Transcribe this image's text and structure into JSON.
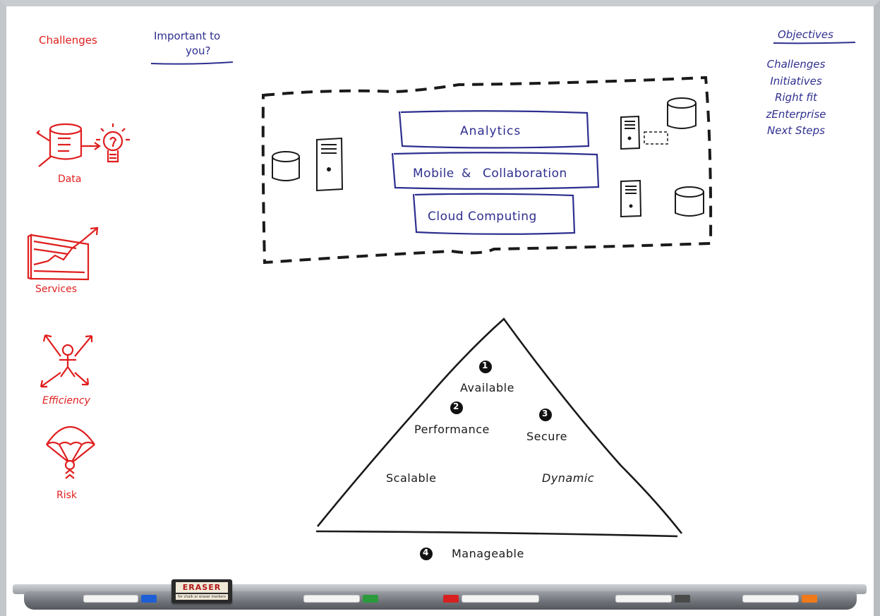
{
  "left_header": "Challenges",
  "question": {
    "line1": "Important to",
    "line2": "you?"
  },
  "objectives": {
    "heading": "Objectives",
    "items": [
      "Challenges",
      "Initiatives",
      "Right fit",
      "zEnterprise",
      "Next Steps"
    ]
  },
  "challenges": [
    {
      "label": "Data",
      "icon": "data-insight-icon"
    },
    {
      "label": "Services",
      "icon": "growth-chart-icon"
    },
    {
      "label": "Efficiency",
      "icon": "stretched-person-icon"
    },
    {
      "label": "Risk",
      "icon": "parachute-icon"
    }
  ],
  "initiatives": {
    "analytics": "Analytics",
    "mobile": "Mobile",
    "ampersand": "&",
    "collaboration": "Collaboration",
    "cloud": "Cloud Computing"
  },
  "pyramid": {
    "available": {
      "number": "1",
      "label": "Available"
    },
    "performance": {
      "number": "2",
      "label": "Performance"
    },
    "secure": {
      "number": "3",
      "label": "Secure"
    },
    "scalable": "Scalable",
    "dynamic": "Dynamic",
    "manageable": {
      "number": "4",
      "label": "Manageable"
    }
  },
  "tray": {
    "eraser_label": "ERASER",
    "eraser_sub": "for chalk or eraser markers",
    "marker_colors": [
      "#1f5fd6",
      "#2a9a3c",
      "#d82020",
      "#4a4a4a",
      "#f07a1a"
    ]
  },
  "colors": {
    "red_marker": "#e01e1e",
    "blue_marker": "#2e2f8f",
    "black_marker": "#1a1a1a"
  }
}
